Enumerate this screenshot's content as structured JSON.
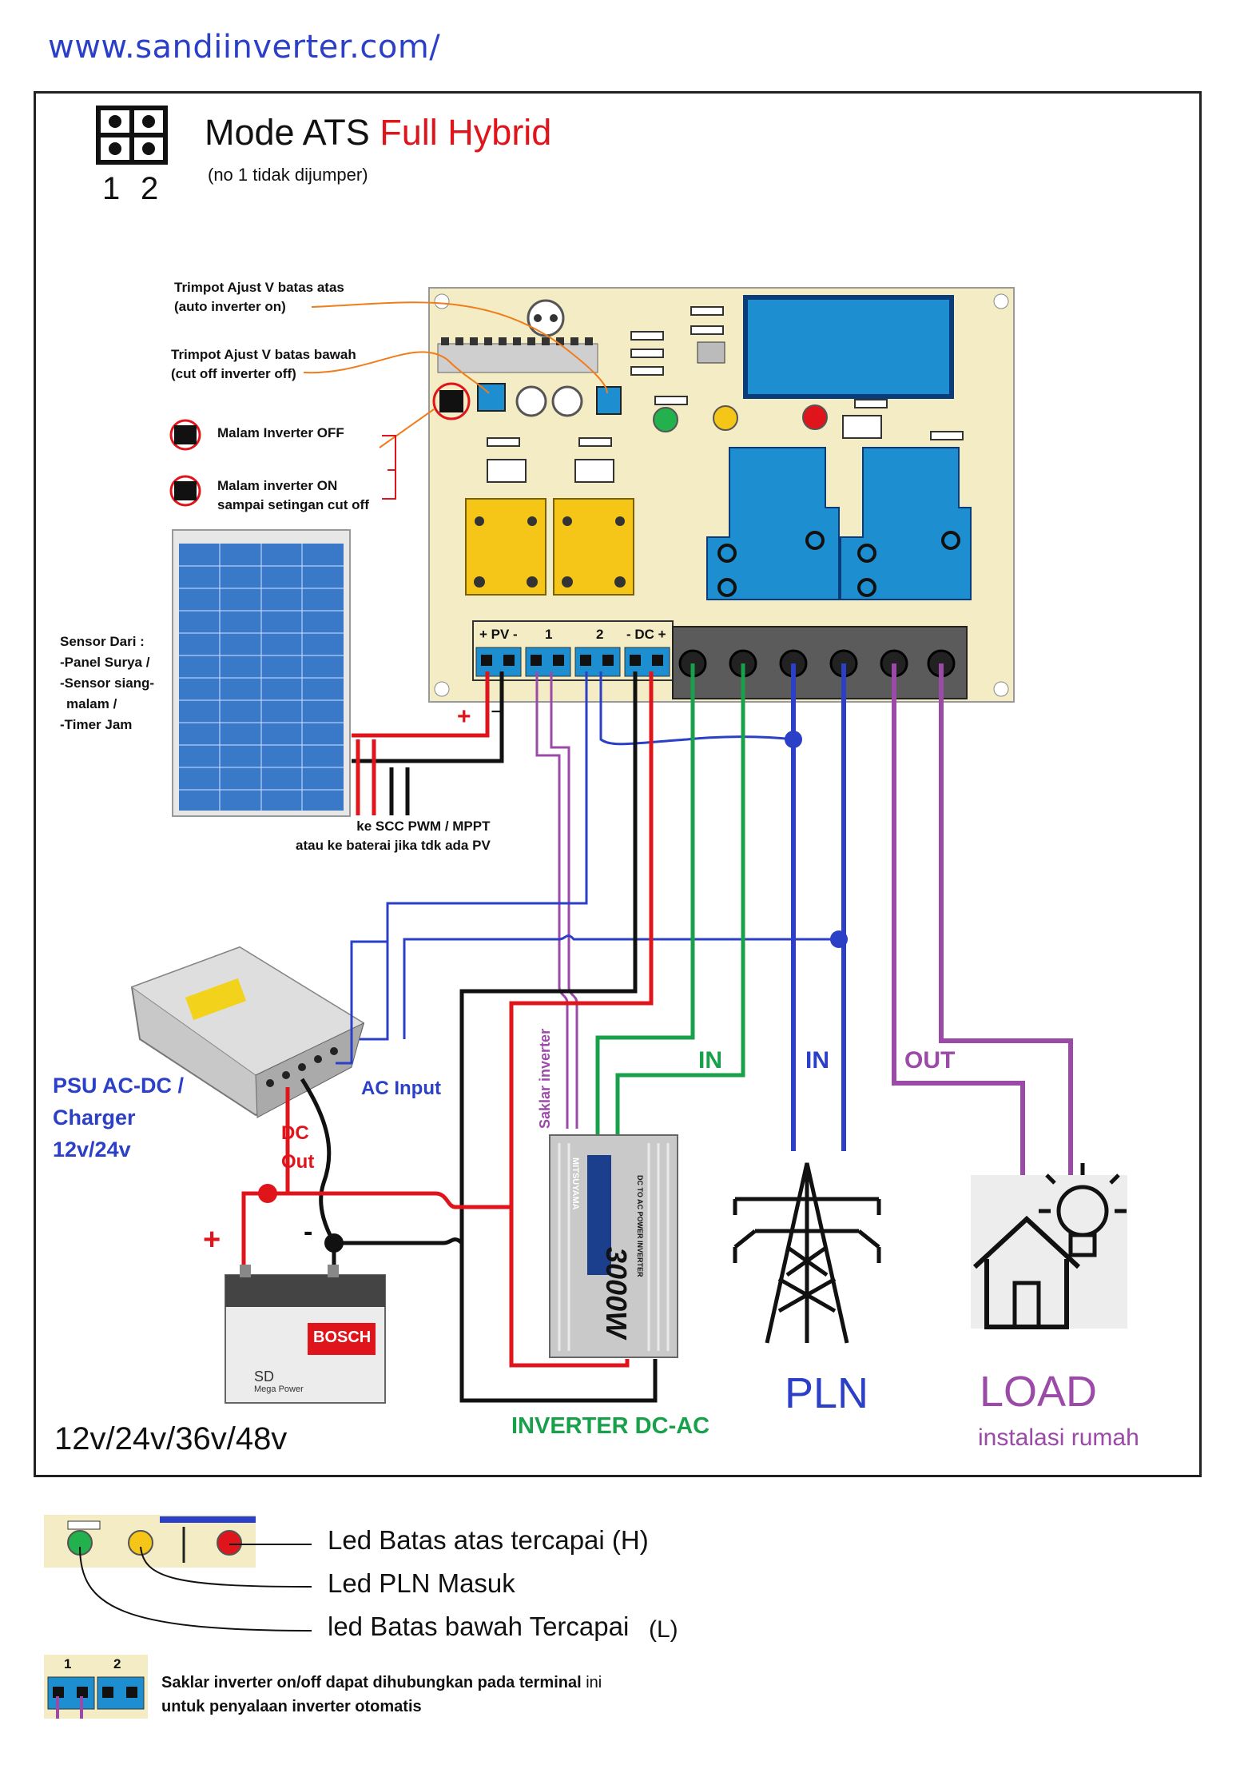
{
  "site_url": "www.sandiinverter.com/",
  "mode": {
    "title_prefix": "Mode ATS",
    "title_highlight": "Full Hybrid",
    "subtitle": "(no 1 tidak dijumper)",
    "jumper_num_1": "1",
    "jumper_num_2": "2"
  },
  "annotations": {
    "trimpot_upper_line1": "Trimpot Ajust V batas atas",
    "trimpot_upper_line2": "(auto inverter on)",
    "trimpot_lower_line1": "Trimpot Ajust V batas bawah",
    "trimpot_lower_line2": "(cut off inverter off)",
    "malam_off": "Malam Inverter OFF",
    "malam_on_line1": "Malam inverter ON",
    "malam_on_line2": "sampai setingan cut off",
    "sensor_title": "Sensor Dari :",
    "sensor_1": "-Panel Surya /",
    "sensor_2": "-Sensor siang-",
    "sensor_3": "malam /",
    "sensor_4": "-Timer Jam",
    "scc_line1": "ke SCC PWM / MPPT",
    "scc_line2": "atau ke baterai jika tdk ada PV",
    "pv_plus": "+",
    "pv_minus": "−"
  },
  "terminals": {
    "pv": "+ PV -",
    "t1": "1",
    "t2": "2",
    "dc": "- DC +"
  },
  "components": {
    "psu_line1": "PSU AC-DC /",
    "psu_line2": "Charger",
    "psu_line3": "12v/24v",
    "ac_input": "AC Input",
    "dc_out_line1": "DC",
    "dc_out_line2": "Out",
    "battery_plus": "+",
    "battery_minus": "-",
    "battery_voltage": "12v/24v/36v/48v",
    "battery_brand": "BOSCH",
    "battery_model": "SD",
    "battery_model_sub": "Mega Power",
    "inverter_brand": "MITSUYAMA",
    "inverter_power": "3000W",
    "inverter_sub": "DC TO AC POWER INVERTER",
    "saklar_inverter": "Saklar inverter",
    "inverter_label": "INVERTER DC-AC",
    "in_label_1": "IN",
    "in_label_2": "IN",
    "out_label": "OUT",
    "pln": "PLN",
    "load": "LOAD",
    "load_sub": "instalasi rumah"
  },
  "legend": {
    "led_high": "Led Batas atas tercapai (H)",
    "led_pln": "Led PLN Masuk",
    "led_low": "led Batas bawah Tercapai",
    "led_low_suffix": "(L)",
    "term_num_1": "1",
    "term_num_2": "2",
    "switch_note_line1": "Saklar inverter on/off dapat dihubungkan pada terminal",
    "switch_note_suffix": "ini",
    "switch_note_line2": "untuk penyalaan inverter otomatis"
  },
  "colors": {
    "red": "#e0141b",
    "blue": "#2b3fc7",
    "green": "#18a04a",
    "purple": "#9b4aa8",
    "board": "#f3ecc4",
    "relay_blue": "#1d8fd0",
    "relay_yellow": "#f5c518",
    "terminal_gray": "#5b5b5b"
  }
}
